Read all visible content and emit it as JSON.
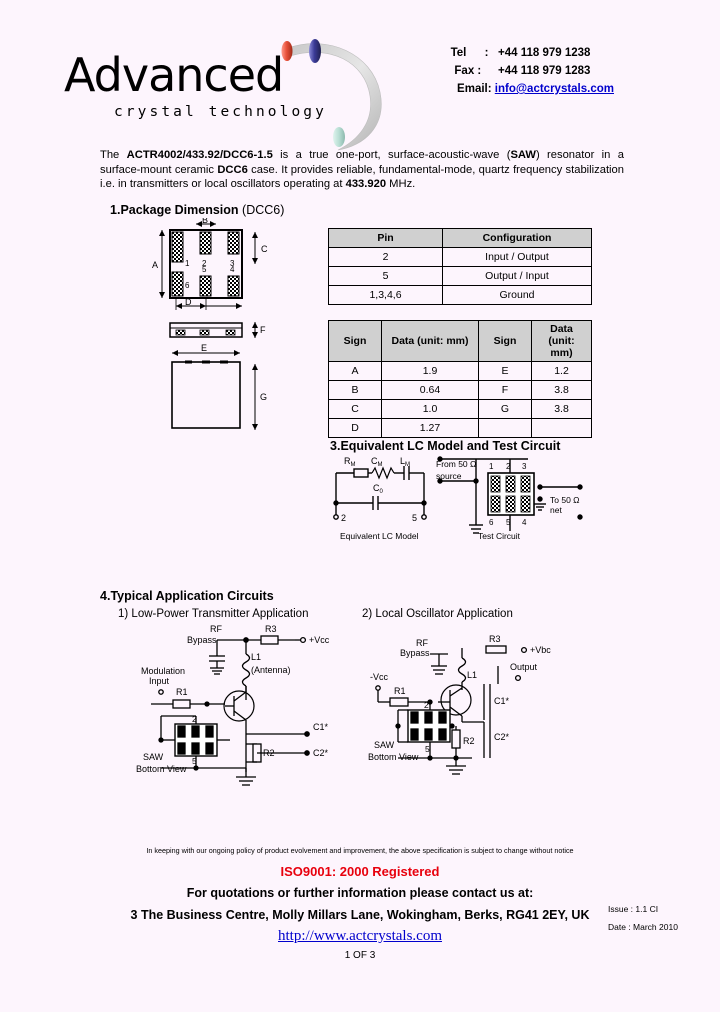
{
  "document": {
    "background_color": "#fdf5fd",
    "page_number": "1 OF 3"
  },
  "header": {
    "logo_main": "Advanced",
    "logo_sub": "crystal technology",
    "contact": {
      "tel_label": "Tel",
      "tel_sep": ":",
      "tel_value": "+44 118 979 1238",
      "fax_label": "Fax :",
      "fax_value": "+44 118 979 1283",
      "email_label": "Email:",
      "email_value": "info@actcrystals.com"
    }
  },
  "intro": {
    "part_number": "ACTR4002/433.92/DCC6-1.5",
    "saw": "SAW",
    "case": "DCC6",
    "frequency": "433.920",
    "text_1": "The ",
    "text_2": " is a true one-port, surface-acoustic-wave (",
    "text_3": ") resonator in a surface-mount ceramic ",
    "text_4": " case.  It provides reliable, fundamental-mode, quartz frequency stabilization i.e. in transmitters or local oscillators operating at ",
    "text_5": " MHz."
  },
  "sections": {
    "package_dimension": {
      "number": "1.",
      "title": "Package Dimension",
      "suffix": "(DCC6)"
    },
    "lc_model": {
      "number": "3.",
      "title": "Equivalent LC Model and Test Circuit"
    },
    "app_circuits": {
      "number": "4.",
      "title": "Typical Application Circuits"
    }
  },
  "pin_table": {
    "headers": [
      "Pin",
      "Configuration"
    ],
    "rows": [
      [
        "2",
        "Input / Output"
      ],
      [
        "5",
        "Output / Input"
      ],
      [
        "1,3,4,6",
        "Ground"
      ]
    ]
  },
  "dimension_table": {
    "headers": [
      "Sign",
      "Data (unit: mm)",
      "Sign",
      "Data (unit: mm)"
    ],
    "rows": [
      [
        "A",
        "1.9",
        "E",
        "1.2"
      ],
      [
        "B",
        "0.64",
        "F",
        "3.8"
      ],
      [
        "C",
        "1.0",
        "G",
        "3.8"
      ],
      [
        "D",
        "1.27",
        "",
        ""
      ]
    ]
  },
  "package_drawing": {
    "dim_labels": [
      "A",
      "B",
      "C",
      "D",
      "F",
      "G"
    ],
    "pin_numbers_top": [
      "1",
      "2",
      "3"
    ],
    "pin_numbers_bottom": [
      "6",
      "5",
      "4"
    ]
  },
  "lc_model": {
    "components": [
      "R",
      "C",
      "L",
      "C"
    ],
    "subscripts": [
      "M",
      "M",
      "M",
      "0"
    ],
    "pin_left": "2",
    "pin_right": "5",
    "caption_left": "Equivalent LC Model",
    "caption_right": "Test  Circuit",
    "test_circuit": {
      "source_line1": "From 50 Ω",
      "source_line2": "source",
      "load_line1": "To 50 Ω",
      "load_line2": "net",
      "pins_top": [
        "1",
        "2",
        "3"
      ],
      "pins_bottom": [
        "6",
        "5",
        "4"
      ]
    }
  },
  "app_circuit_1": {
    "title": "1) Low-Power Transmitter Application",
    "labels": {
      "rf_bypass_1": "RF",
      "rf_bypass_2": "Bypass",
      "r3": "R3",
      "vcc": "+Vcc",
      "l1": "L1",
      "antenna": "(Antenna)",
      "modulation_1": "Modulation",
      "modulation_2": "Input",
      "r1": "R1",
      "c1": "C1*",
      "c2": "C2*",
      "r2": "R2",
      "saw_1": "SAW",
      "saw_2": "Bottom View",
      "pin_top": "2",
      "pin_bottom": "5"
    }
  },
  "app_circuit_2": {
    "title": "2) Local Oscillator Application",
    "labels": {
      "rf_bypass_1": "RF",
      "rf_bypass_2": "Bypass",
      "r3": "R3",
      "vcc": "+Vbc",
      "l1": "L1",
      "vcc_neg": "-Vcc",
      "r1": "R1",
      "output": "Output",
      "c1": "C1*",
      "c2": "C2*",
      "r2": "R2",
      "saw_1": "SAW",
      "saw_2": "Bottom View",
      "pin_top": "2",
      "pin_bottom": "5"
    }
  },
  "footer": {
    "disclaimer": "In keeping with our ongoing policy of product evolvement and improvement, the above specification is subject to change without notice",
    "iso": "ISO9001: 2000 Registered",
    "quotations": "For quotations or further information please contact us at:",
    "address": "3 The Business Centre, Molly Millars Lane, Wokingham, Berks, RG41 2EY, UK",
    "website": "http://www.actcrystals.com",
    "issue": "Issue : 1.1 CI",
    "date": "Date : March 2010",
    "page_number": "1 OF 3"
  },
  "colors": {
    "iso_red": "#e8000d",
    "link_blue": "#0000cc",
    "table_header_grey": "#d0d0d0",
    "page_bg": "#fdf5fd"
  }
}
